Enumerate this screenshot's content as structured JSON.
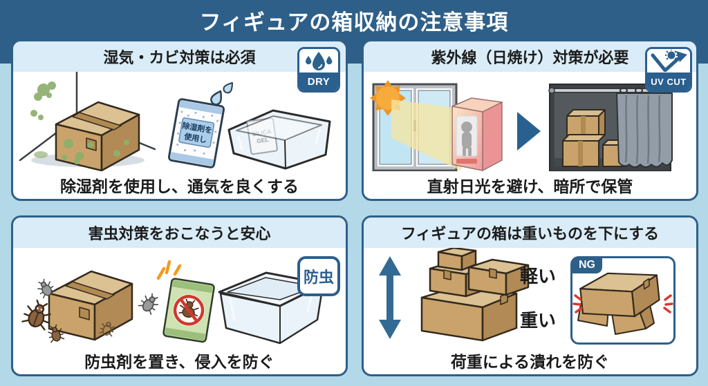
{
  "title": "フィギュアの箱収納の注意事項",
  "panels": {
    "humidity": {
      "header": "湿気・カビ対策は必須",
      "caption": "除湿剤を使用し、通気を良くする",
      "badge_label": "DRY",
      "desiccant_packet": {
        "line1": "除湿剤を",
        "line2": "使用し"
      },
      "silica_packet": {
        "line1": "SILICA",
        "line2": "GEL"
      }
    },
    "uv": {
      "header": "紫外線（日焼け）対策が必要",
      "caption": "直射日光を避け、暗所で保管",
      "badge_label": "UV CUT"
    },
    "pest": {
      "header": "害虫対策をおこなうと安心",
      "caption": "防虫剤を置き、侵入を防ぐ",
      "badge_label": "防虫"
    },
    "stacking": {
      "header": "フィギュアの箱は重いものを下にする",
      "caption": "荷重による潰れを防ぐ",
      "light_label": "軽い",
      "heavy_label": "重い",
      "ng_label": "NG"
    }
  },
  "colors": {
    "header_band": "#2e5f88",
    "background": "#b3d8e8",
    "panel_header": "#d9ecf7",
    "panel_border": "#2e5f88",
    "badge_blue": "#2b5f8e",
    "cardboard": "#c9a36b",
    "mold_green": "#95b477",
    "beam_yellow": "#f5e6a3",
    "sun_orange": "#f6a93b",
    "figure_box_pink": "#ef9d9e",
    "arrow_blue": "#28618f",
    "ng_red": "#d9382e"
  },
  "icons": {
    "water_drops_icon": "three blue droplets",
    "uv_reflect_icon": "sun with bounced arrow",
    "right_arrow_icon": "solid right triangle",
    "up_down_arrow_icon": "vertical double-headed arrow",
    "no_insect_icon": "bug in red prohibition circle"
  }
}
